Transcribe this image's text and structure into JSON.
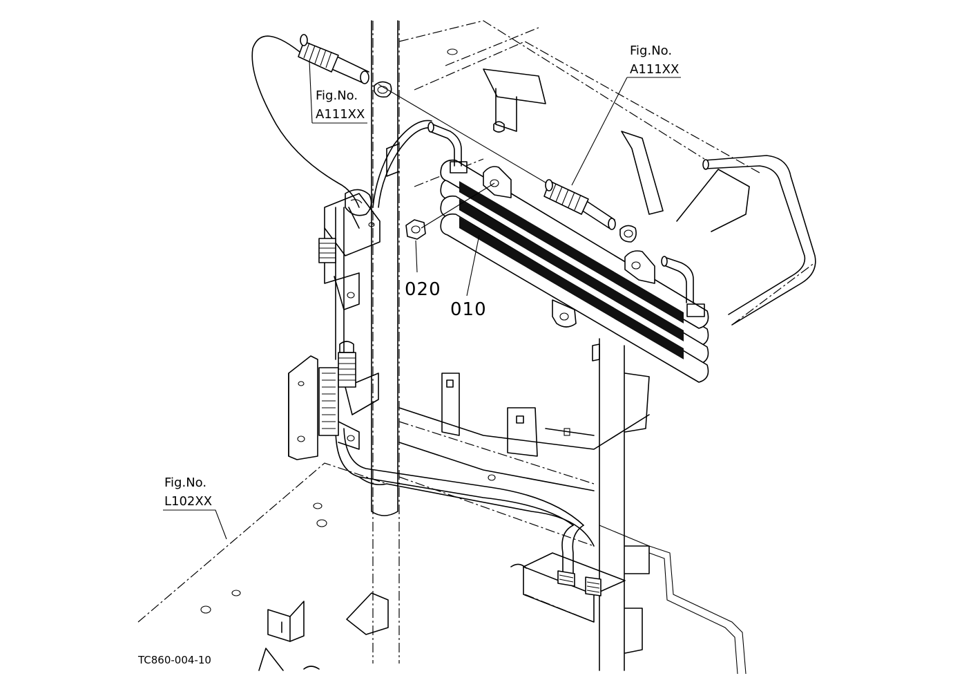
{
  "callouts": [
    {
      "fig": "Fig.No.",
      "code": "A111XX"
    },
    {
      "fig": "Fig.No.",
      "code": "A111XX"
    },
    {
      "fig": "Fig.No.",
      "code": "L102XX"
    }
  ],
  "parts": [
    {
      "number": "010"
    },
    {
      "number": "020"
    }
  ],
  "drawing_code": "TC860-004-10"
}
